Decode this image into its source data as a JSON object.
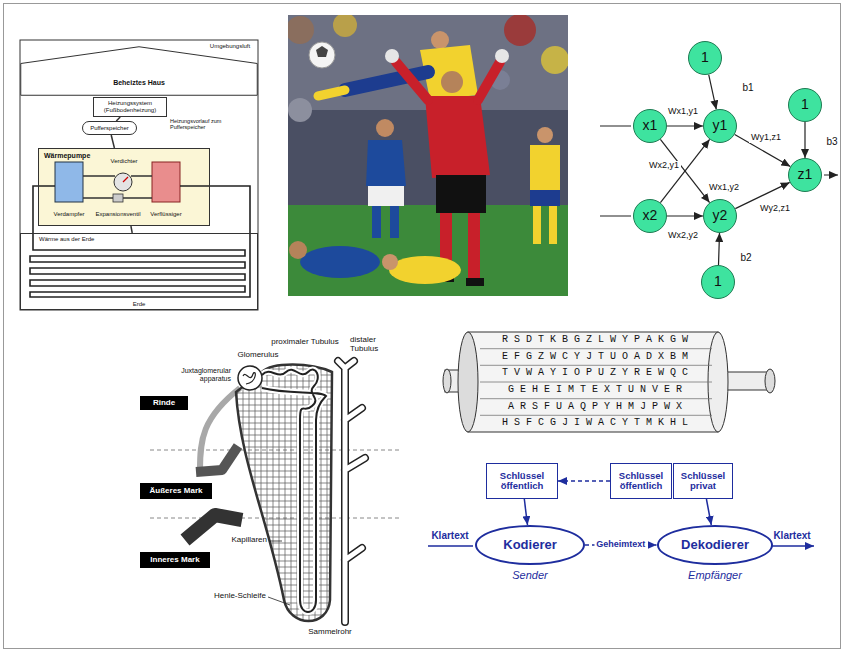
{
  "diagram": {
    "nodes": [
      {
        "text": [
          "Beheiztes Haus"
        ]
      },
      {
        "text": [
          "Heizungssystem (Fußbodenheizung)"
        ]
      },
      {
        "text": [
          "Pufferspeicher"
        ]
      },
      {
        "text": [
          "Wärmepumpe"
        ]
      },
      {
        "text": [
          "Wärme aus der Erde",
          "Erde"
        ]
      },
      {
        "text": [
          "1"
        ]
      },
      {
        "text": [
          "1"
        ]
      },
      {
        "text": [
          "x1"
        ]
      },
      {
        "text": [
          "y1"
        ]
      },
      {
        "text": [
          "z1"
        ]
      },
      {
        "text": [
          "x2"
        ]
      },
      {
        "text": [
          "y2"
        ]
      },
      {
        "text": [
          "1"
        ]
      },
      {
        "text": [
          "Rinde"
        ]
      },
      {
        "text": [
          "Äußeres Mark"
        ]
      },
      {
        "text": [
          "Inneres Mark"
        ]
      },
      {
        "text": [
          "Schlüssel öffentlich"
        ]
      },
      {
        "text": [
          "Schlüssel öffentlich"
        ]
      },
      {
        "text": [
          "Schlüssel privat"
        ]
      },
      {
        "text": [
          "Kodierer"
        ]
      },
      {
        "text": [
          "Dekodierer"
        ]
      }
    ],
    "edges": [
      {
        "from": 1,
        "to": 2,
        "arrow": "none"
      },
      {
        "from": 2,
        "to": 3,
        "arrow": "none"
      },
      {
        "from": 3,
        "to": 4,
        "arrow": "none"
      },
      {
        "from": 7,
        "to": 8,
        "arrow": "to",
        "label": "Wx1,y1"
      },
      {
        "from": 7,
        "to": 11,
        "arrow": "to",
        "label": "Wx1,y2"
      },
      {
        "from": 10,
        "to": 8,
        "arrow": "to",
        "label": "Wx2,y1"
      },
      {
        "from": 10,
        "to": 11,
        "arrow": "to",
        "label": "Wx2,y2"
      },
      {
        "from": 8,
        "to": 9,
        "arrow": "to",
        "label": "Wy1,z1"
      },
      {
        "from": 11,
        "to": 9,
        "arrow": "to",
        "label": "Wy2,z1"
      },
      {
        "from": 5,
        "to": 8,
        "arrow": "to"
      },
      {
        "from": 12,
        "to": 11,
        "arrow": "to"
      },
      {
        "from": 6,
        "to": 9,
        "arrow": "to"
      },
      {
        "from": 17,
        "to": 16,
        "arrow": "to"
      },
      {
        "from": 16,
        "to": 19,
        "arrow": "to"
      },
      {
        "from": 18,
        "to": 20,
        "arrow": "to"
      },
      {
        "from": 19,
        "to": 20,
        "arrow": "to",
        "label": "Geheimtext"
      }
    ],
    "labels": [
      "Umgebungsluft",
      "Heizungsvorlauf zum Pufferspeicher",
      "Verdichter",
      "Verdampfer",
      "Verflüssiger",
      "Expansionsventil",
      "b1",
      "b2",
      "b3",
      "proximaler Tubulus",
      "distaler Tubulus",
      "Glomerulus",
      "Juxtaglomerular apparatus",
      "Kapillaren",
      "Henle-Schleife",
      "Sammelrohr",
      "R S D T K B G Z L W Y P A K G W",
      "E F G Z W C Y J T U O A D X B M",
      "T V W A Y I O P U Z Y R E W Q C",
      "G E H E I M T E X T U N V E R",
      "A R S F U A Q P Y H M J P W X",
      "H S F C G J I W A C Y T M K H L",
      "Klartext",
      "Klartext",
      "Sender",
      "Empfänger"
    ]
  }
}
